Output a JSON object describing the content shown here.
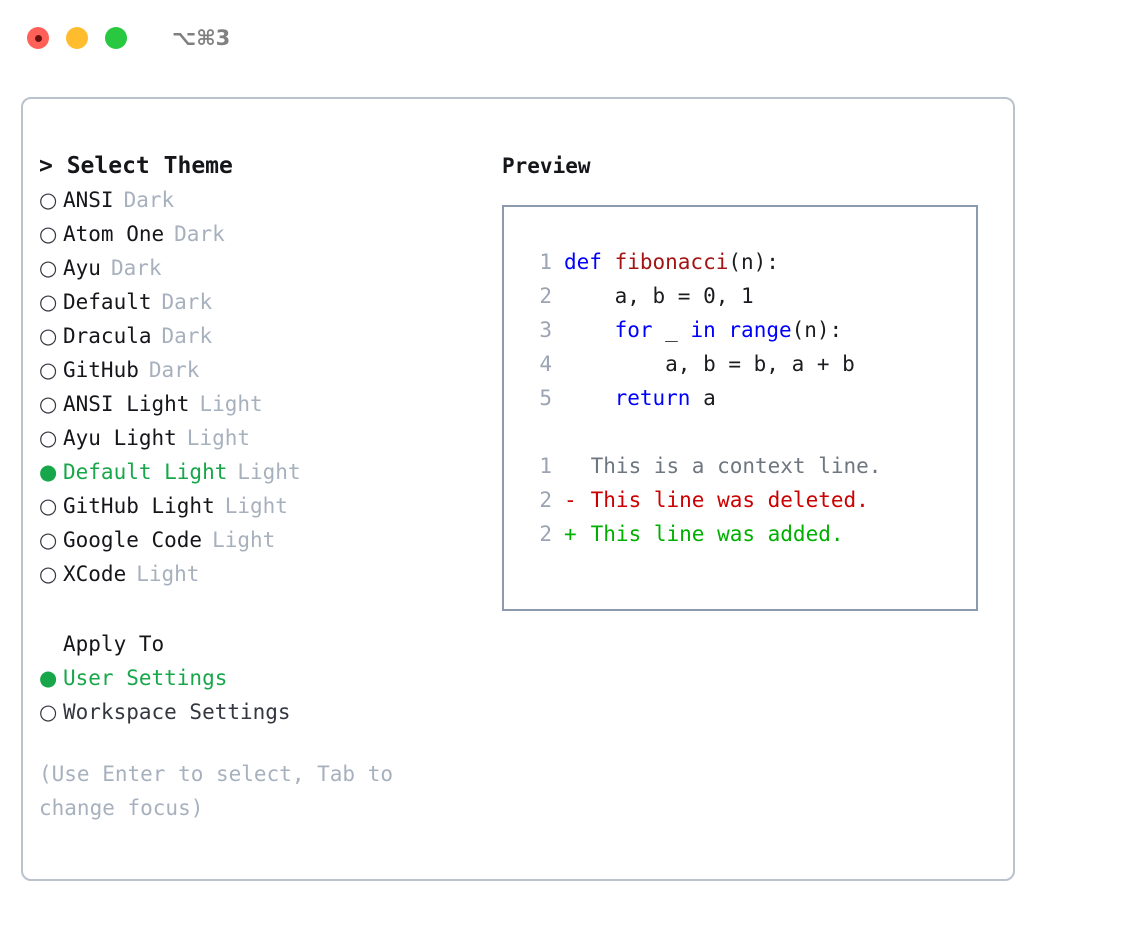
{
  "titlebar": {
    "buttons": [
      {
        "name": "close",
        "color": "#ff6058"
      },
      {
        "name": "minimize",
        "color": "#ffbd2e"
      },
      {
        "name": "maximize",
        "color": "#28c840"
      }
    ],
    "shortcut": "⌥⌘3"
  },
  "theme_list": {
    "header": "> Select Theme",
    "selected_marker": "●",
    "unselected_marker": "○",
    "items": [
      {
        "marker": "○",
        "name": "ANSI",
        "category": "Dark",
        "selected": false
      },
      {
        "marker": "○",
        "name": "Atom One",
        "category": "Dark",
        "selected": false
      },
      {
        "marker": "○",
        "name": "Ayu",
        "category": "Dark",
        "selected": false
      },
      {
        "marker": "○",
        "name": "Default",
        "category": "Dark",
        "selected": false
      },
      {
        "marker": "○",
        "name": "Dracula",
        "category": "Dark",
        "selected": false
      },
      {
        "marker": "○",
        "name": "GitHub",
        "category": "Dark",
        "selected": false
      },
      {
        "marker": "○",
        "name": "ANSI Light",
        "category": "Light",
        "selected": false
      },
      {
        "marker": "○",
        "name": "Ayu Light",
        "category": "Light",
        "selected": false
      },
      {
        "marker": "●",
        "name": "Default Light",
        "category": "Light",
        "selected": true
      },
      {
        "marker": "○",
        "name": "GitHub Light",
        "category": "Light",
        "selected": false
      },
      {
        "marker": "○",
        "name": "Google Code",
        "category": "Light",
        "selected": false
      },
      {
        "marker": "○",
        "name": "XCode",
        "category": "Light",
        "selected": false
      }
    ]
  },
  "apply_to": {
    "header": "Apply To",
    "options": [
      {
        "marker": "●",
        "label": "User Settings",
        "selected": true
      },
      {
        "marker": "○",
        "label": "Workspace Settings",
        "selected": false
      }
    ]
  },
  "hint": "(Use Enter to select, Tab to change focus)",
  "preview": {
    "title": "Preview",
    "code": [
      {
        "ln": "1",
        "tokens": [
          {
            "t": "def ",
            "c": "kw"
          },
          {
            "t": "fibonacci",
            "c": "fn"
          },
          {
            "t": "(n):",
            "c": "pl"
          }
        ]
      },
      {
        "ln": "2",
        "tokens": [
          {
            "t": "    a, b = 0, 1",
            "c": "pl"
          }
        ]
      },
      {
        "ln": "3",
        "tokens": [
          {
            "t": "    ",
            "c": "pl"
          },
          {
            "t": "for",
            "c": "kw"
          },
          {
            "t": " _ ",
            "c": "pl"
          },
          {
            "t": "in",
            "c": "kw"
          },
          {
            "t": " ",
            "c": "pl"
          },
          {
            "t": "range",
            "c": "kw"
          },
          {
            "t": "(n):",
            "c": "pl"
          }
        ]
      },
      {
        "ln": "4",
        "tokens": [
          {
            "t": "        a, b = b, a + b",
            "c": "pl"
          }
        ]
      },
      {
        "ln": "5",
        "tokens": [
          {
            "t": "    ",
            "c": "pl"
          },
          {
            "t": "return",
            "c": "kw"
          },
          {
            "t": " a",
            "c": "pl"
          }
        ]
      }
    ],
    "diff": [
      {
        "ln": "1",
        "sign": " ",
        "text": "This is a context line.",
        "kind": "ctx"
      },
      {
        "ln": "2",
        "sign": "-",
        "text": "This line was deleted.",
        "kind": "del"
      },
      {
        "ln": "2",
        "sign": "+",
        "text": "This line was added.",
        "kind": "add"
      }
    ]
  },
  "colors": {
    "accent_green": "#17a74a",
    "muted_gray": "#a7b1be",
    "keyword_blue": "#0000ff",
    "function_red": "#a31515",
    "diff_delete": "#cc0000",
    "diff_add": "#00b000",
    "panel_border": "#b9c2cd",
    "preview_border": "#8c9aad"
  }
}
